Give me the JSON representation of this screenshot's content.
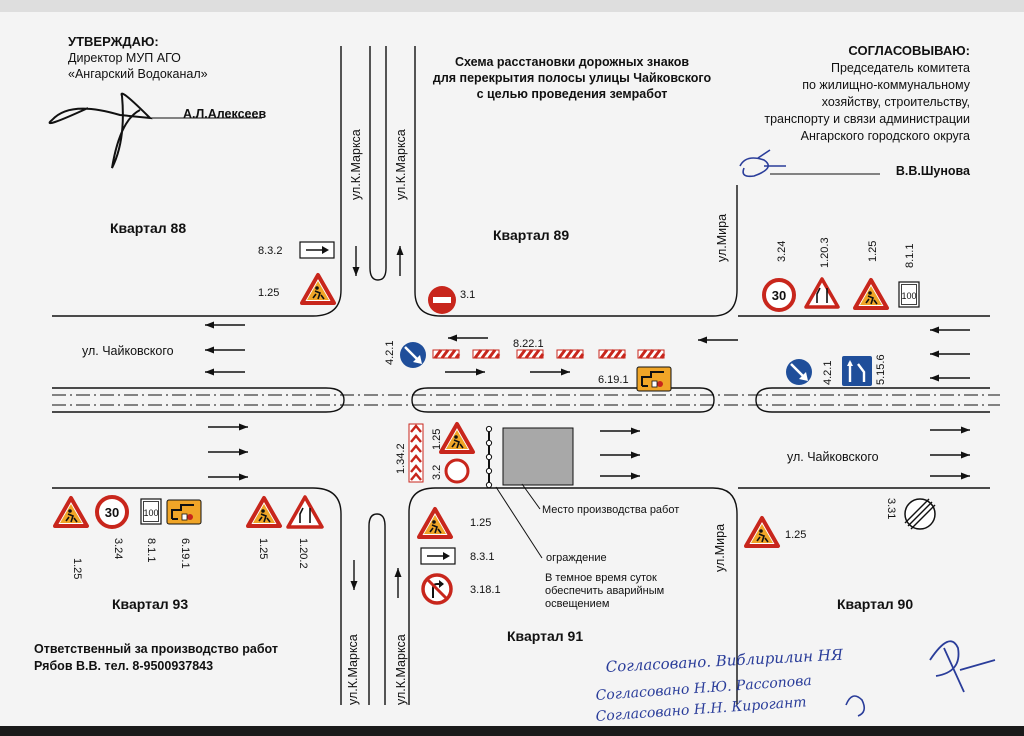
{
  "approve": {
    "heading": "УТВЕРЖДАЮ:",
    "line1": "Директор  МУП АГО",
    "line2": "«Ангарский Водоканал»",
    "name": "А.Л.Алексеев"
  },
  "title": {
    "line1": "Схема расстановки дорожных знаков",
    "line2": "для перекрытия  полосы улицы Чайковского",
    "line3": "с целью проведения земработ"
  },
  "agree": {
    "heading": "СОГЛАСОВЫВАЮ:",
    "line1": "Председатель комитета",
    "line2": "по жилищно-коммунальному",
    "line3": "хозяйству, строительству,",
    "line4": "транспорту и связи администрации",
    "line5": "Ангарского городского округа",
    "name": "В.В.Шунова"
  },
  "blocks": {
    "q88": "Квартал 88",
    "q89": "Квартал 89",
    "q93": "Квартал 93",
    "q91": "Квартал 91",
    "q90": "Квартал 90"
  },
  "streets": {
    "chaik_left": "ул. Чайковского",
    "chaik_right": "ул. Чайковского",
    "marx_top_left": "ул.К.Маркса",
    "marx_top_right": "ул.К.Маркса",
    "marx_bot_left": "ул.К.Маркса",
    "marx_bot_right": "ул.К.Маркса",
    "mira_top": "ул.Мира",
    "mira_bot": "ул.Мира"
  },
  "sign_codes": {
    "s832": "8.3.2",
    "s125_a": "1.25",
    "s31": "3.1",
    "s421_a": "4.2.1",
    "s8221": "8.22.1",
    "s6191_a": "6.19.1",
    "s324_a": "3.24",
    "s1203": "1.20.3",
    "s125_b": "1.25",
    "s811_a": "8.1.1",
    "s421_b": "4.2.1",
    "s5156": "5.15.6",
    "s125_c": "1.25",
    "s32": "3.2",
    "s1342": "1.34.2",
    "s125_bl": "1.25",
    "s324_bl": "3.24",
    "s811_bl": "8.1.1",
    "s6191_bl": "6.19.1",
    "s125_bm": "1.25",
    "s1202": "1.20.2",
    "s125_d": "1.25",
    "s831": "8.3.1",
    "s3181": "3.18.1",
    "s125_e": "1.25",
    "s331": "3.31"
  },
  "sign_text": {
    "speed": "30",
    "dist": "100"
  },
  "labels": {
    "work_site": "Место производства работ",
    "fence": "ограждение",
    "light1": "В темное время суток",
    "light2": "обеспечить аварийным",
    "light3": "освещением"
  },
  "responsible": {
    "line1": "Ответственный за производство работ",
    "line2": "Рябов В.В.   тел. 8-9500937843"
  },
  "handwriting": {
    "line1": "Согласовано.  Виблирилин НЯ",
    "line2": "Согласовано  Н.Ю. Рассопова",
    "line3": "Согласовано  Н.Н. Кирогант"
  },
  "colors": {
    "warning_red": "#c8261c",
    "sign_yellow": "#f0a527",
    "info_blue": "#1f4e9a",
    "ink": "#2a3d9a"
  }
}
